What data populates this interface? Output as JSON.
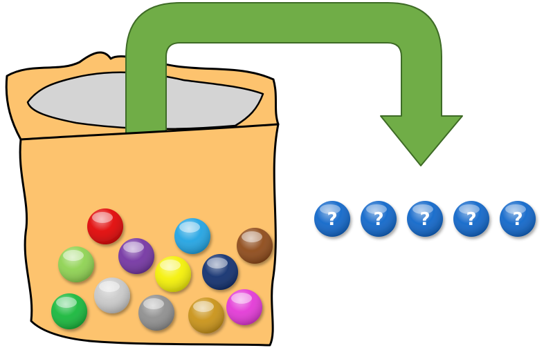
{
  "scene": {
    "bag_color": "#FDC36E",
    "bag_opening_color": "#D4D4D4",
    "outline_color": "#000000",
    "arrow_color": "#70AD47",
    "arrow_direction": "down"
  },
  "marbles": [
    {
      "name": "red",
      "color": "#E00000"
    },
    {
      "name": "cyan",
      "color": "#1BA1E2"
    },
    {
      "name": "brown",
      "color": "#8B4513"
    },
    {
      "name": "light-green",
      "color": "#8BD14C"
    },
    {
      "name": "purple",
      "color": "#7030A0"
    },
    {
      "name": "yellow",
      "color": "#F4F000"
    },
    {
      "name": "navy",
      "color": "#0B2A6B"
    },
    {
      "name": "silver",
      "color": "#C8C8C8"
    },
    {
      "name": "green",
      "color": "#12B636"
    },
    {
      "name": "gray",
      "color": "#8C8C8C"
    },
    {
      "name": "gold",
      "color": "#C89012"
    },
    {
      "name": "magenta",
      "color": "#E233D5"
    }
  ],
  "unknown_marbles": [
    {
      "label": "?",
      "color": "#0A62C8"
    },
    {
      "label": "?",
      "color": "#0A62C8"
    },
    {
      "label": "?",
      "color": "#0A62C8"
    },
    {
      "label": "?",
      "color": "#0A62C8"
    },
    {
      "label": "?",
      "color": "#0A62C8"
    }
  ]
}
